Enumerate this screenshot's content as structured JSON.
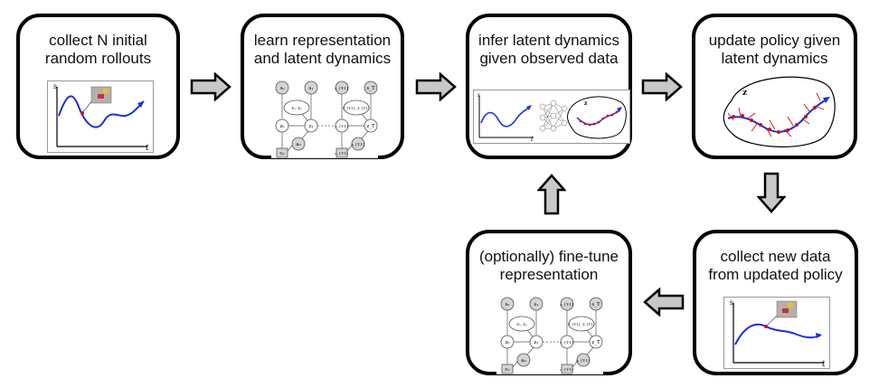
{
  "steps": {
    "collect_initial": {
      "line1": "collect N initial",
      "line2": "random rollouts"
    },
    "learn_representation": {
      "line1": "learn representation",
      "line2": "and latent dynamics"
    },
    "infer_latent": {
      "line1": "infer latent dynamics",
      "line2": "given observed data"
    },
    "update_policy": {
      "line1": "update policy given",
      "line2": "latent dynamics"
    },
    "collect_new": {
      "line1": "collect new data",
      "line2": "from updated policy"
    },
    "fine_tune": {
      "line1": "(optionally) fine-tune",
      "line2": "representation"
    }
  },
  "plot_labels": {
    "state_axis": "s",
    "time_axis": "t",
    "latent": "z"
  },
  "graph_nodes": {
    "s0": "s₀",
    "s1": "s₁",
    "sT1": "s_{T-1}",
    "sT": "s_T",
    "F0": "F₀, Σ₀",
    "FT": "F_{T-1}, Σ_{T-1}",
    "z0": "z₀",
    "z1": "z₁",
    "zT1": "z_{T-1}",
    "zT": "z_T",
    "a0": "a₀",
    "aT1": "a_{T-1}",
    "c0": "c₀",
    "cT1": "c_{T-1}"
  },
  "colors": {
    "curve": "#1a2ee0",
    "latent_trajectory": "#cc1111",
    "node_fill": "#d4d4d4",
    "arrow_fill": "#c8c8c8"
  }
}
